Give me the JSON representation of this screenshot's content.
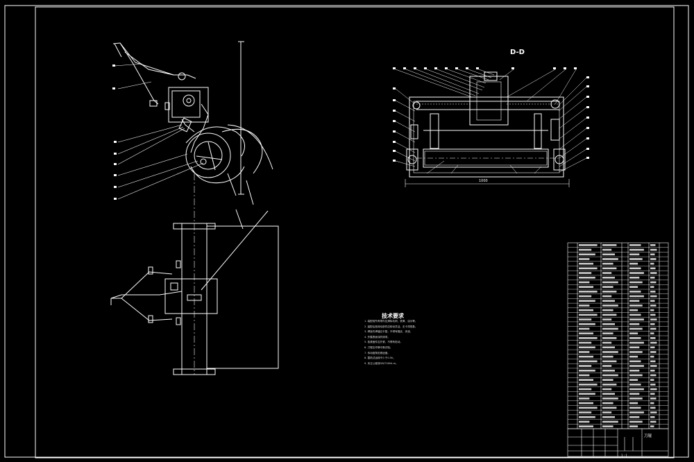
{
  "sheet": {
    "background": "#000000",
    "line_color": "#ffffff"
  },
  "section": {
    "title": "D-D",
    "overall_dimension": "1000"
  },
  "technical_requirements": {
    "title": "技术要求",
    "items": [
      "1. 装配前所有零件应清除毛刺、铁屑、油污等。",
      "2. 装配后各转动部件应转动灵活，无卡滞现象。",
      "3. 焊接件焊缝应平整，不得有裂纹、夹渣。",
      "4. 外露表面涂防锈漆。",
      "5. 各紧固件应拧紧，不得有松动。",
      "6. 刀辊应作静平衡试验。",
      "7. 传动链条松紧适度。",
      "8. 整机试运转不少于0.5h。",
      "9. 未注公差按GB/T1804-m。"
    ]
  },
  "title_block": {
    "name": "刀辊",
    "scale_text": "1 : 1"
  }
}
